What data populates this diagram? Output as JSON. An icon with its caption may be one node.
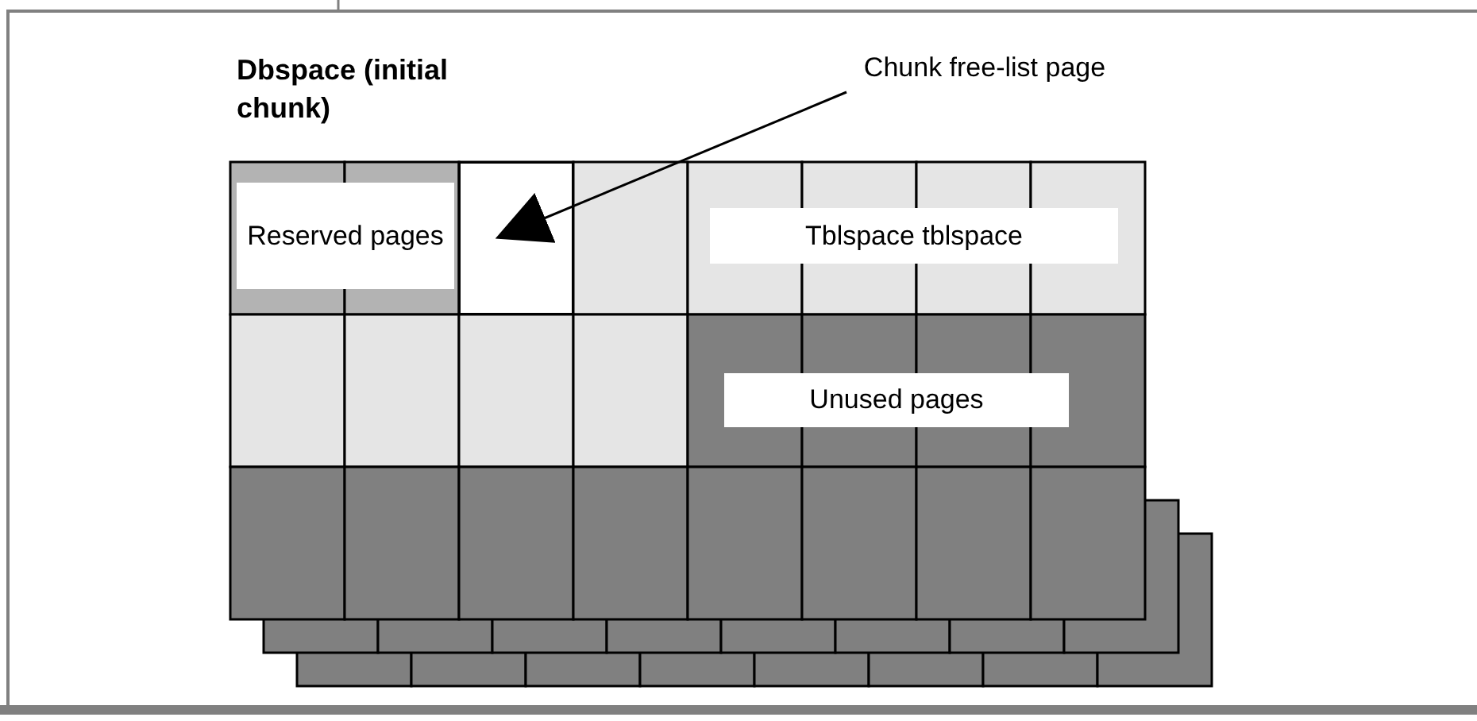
{
  "diagram": {
    "title": "Dbspace (initial chunk)",
    "nodes": [
      {
        "text": [
          "Chunk free-list page"
        ]
      },
      {
        "text": [
          "Reserved pages"
        ]
      },
      {
        "text": [],
        "shape": "box"
      },
      {
        "text": [
          "Tblspace tblspace"
        ]
      },
      {
        "text": [
          "Unused pages"
        ]
      }
    ],
    "edges": [
      {
        "from": 0,
        "to": 2,
        "arrow": "to"
      }
    ]
  }
}
